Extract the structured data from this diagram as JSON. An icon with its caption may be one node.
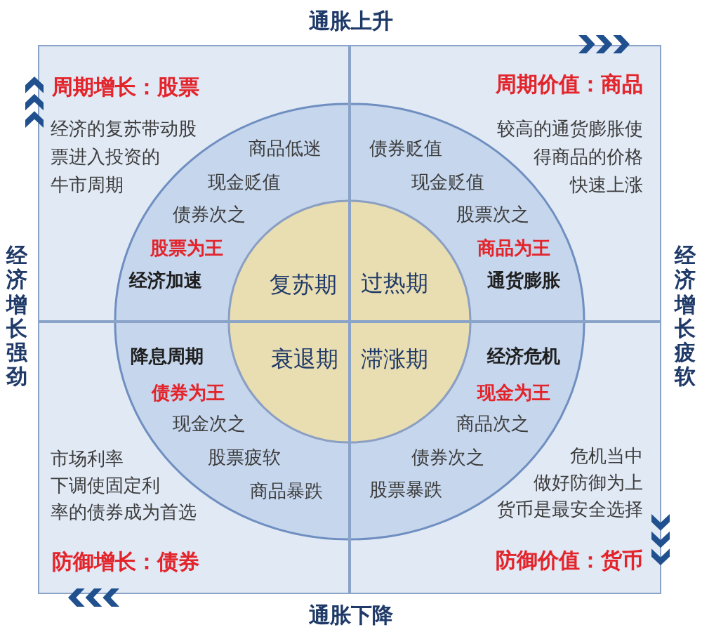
{
  "diagram": {
    "nodes": [
      {
        "text": [
          "周期增长：股票",
          "经济的复苏带动股票进入投资的牛市周期"
        ]
      },
      {
        "text": [
          "商品低迷",
          "现金贬值",
          "债券次之",
          "股票为王",
          "经济加速"
        ],
        "in": 0
      },
      {
        "text": [
          "复苏期"
        ],
        "in": 1
      },
      {
        "text": [
          "周期价值：商品",
          "较高的通货膨胀使得商品的价格快速上涨"
        ]
      },
      {
        "text": [
          "债券贬值",
          "现金贬值",
          "股票次之",
          "商品为王",
          "通货膨胀"
        ],
        "in": 3
      },
      {
        "text": [
          "过热期"
        ],
        "in": 4
      },
      {
        "text": [
          "市场利率下调使固定利率的债券成为首选",
          "防御增长：债券"
        ]
      },
      {
        "text": [
          "降息周期",
          "债券为王",
          "现金次之",
          "股票疲软",
          "商品暴跌"
        ],
        "in": 6
      },
      {
        "text": [
          "衰退期"
        ],
        "in": 7
      },
      {
        "text": [
          "危机当中做好防御为上货币是最安全选择",
          "防御价值：货币"
        ]
      },
      {
        "text": [
          "经济危机",
          "现金为王",
          "商品次之",
          "债券次之",
          "股票暴跌"
        ],
        "in": 9
      },
      {
        "text": [
          "滞涨期"
        ],
        "in": 10
      }
    ],
    "labels": [
      "通胀上升",
      "经济增长强劲",
      "经济增长疲软",
      "通胀下降"
    ]
  }
}
